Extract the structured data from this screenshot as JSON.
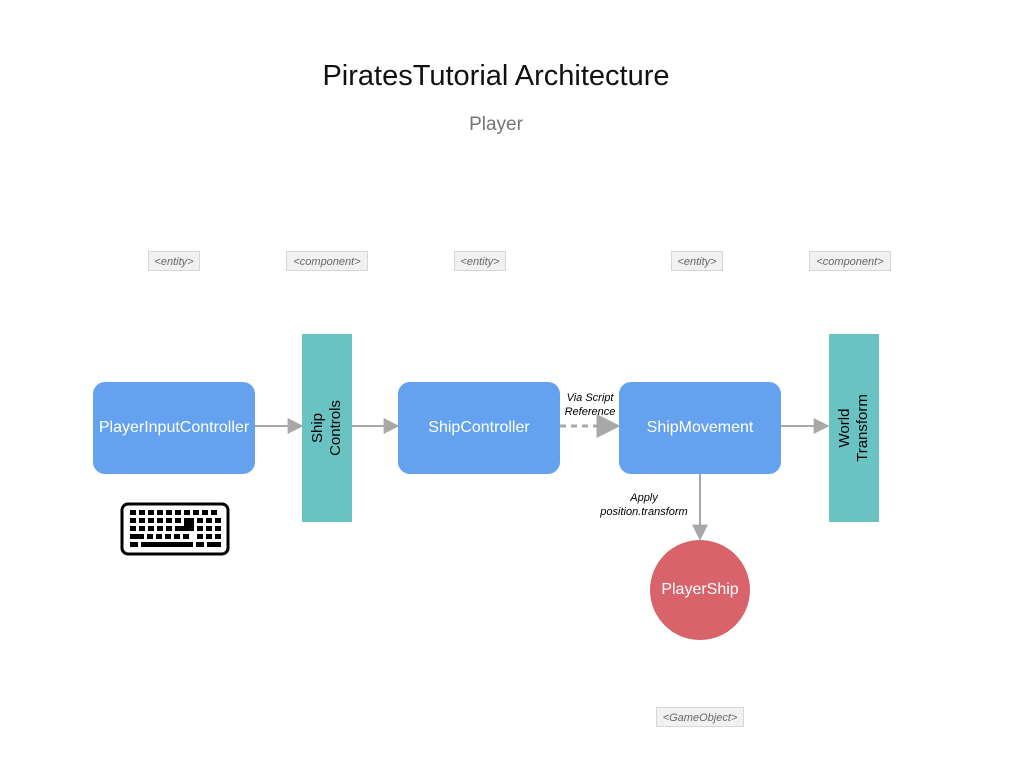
{
  "title": "PiratesTutorial Architecture",
  "subtitle": "Player",
  "stereotypes": {
    "player_input_controller": "<entity>",
    "ship_controls": "<component>",
    "ship_controller": "<entity>",
    "ship_movement": "<entity>",
    "world_transform": "<component>",
    "player_ship": "<GameObject>"
  },
  "nodes": {
    "player_input_controller": "PlayerInputController",
    "ship_controls": [
      "Ship",
      "Controls"
    ],
    "ship_controller": "ShipController",
    "ship_movement": "ShipMovement",
    "world_transform": [
      "World",
      "Transform"
    ],
    "player_ship": "PlayerShip"
  },
  "edge_labels": {
    "via_script_reference": [
      "Via Script",
      "Reference"
    ],
    "apply_position_transform": [
      "Apply",
      "position.transform"
    ]
  },
  "icons": {
    "keyboard": "keyboard-icon"
  },
  "colors": {
    "entity_box": "#64a2f0",
    "component_bar": "#6ac3c3",
    "gameobject_circle": "#d9636a",
    "arrow": "#a8a8a8"
  }
}
